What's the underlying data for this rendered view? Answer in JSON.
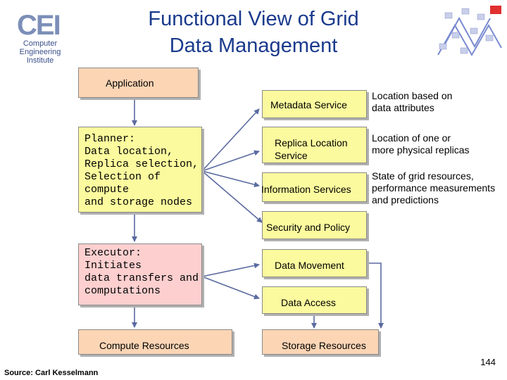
{
  "title_line1": "Functional View of Grid",
  "title_line2": "Data Management",
  "logo": {
    "letters": "CEI",
    "line1": "Computer",
    "line2": "Engineering",
    "line3": "Institute"
  },
  "application": "Application",
  "planner": {
    "heading": "Planner:",
    "l1": "Data location,",
    "l2": "Replica selection,",
    "l3": "Selection of compute",
    "l4": "and storage nodes"
  },
  "executor": {
    "heading": "Executor:",
    "l1": "Initiates",
    "l2": "data transfers and",
    "l3": "computations"
  },
  "compute_resources": "Compute Resources",
  "storage_resources": "Storage Resources",
  "metadata_service": "Metadata Service",
  "replica_location": {
    "l1": "Replica Location",
    "l2": "Service"
  },
  "information_services": "Information Services",
  "security_policy": "Security and Policy",
  "data_movement": "Data Movement",
  "data_access": "Data Access",
  "desc_metadata": {
    "l1": "Location based on",
    "l2": "data attributes"
  },
  "desc_replica": {
    "l1": "Location of one or",
    "l2": "more physical replicas"
  },
  "desc_info": {
    "l1": "State of grid resources,",
    "l2": "performance measurements",
    "l3": "and predictions"
  },
  "source": "Source: Carl Kesselmann",
  "page_number": "144"
}
